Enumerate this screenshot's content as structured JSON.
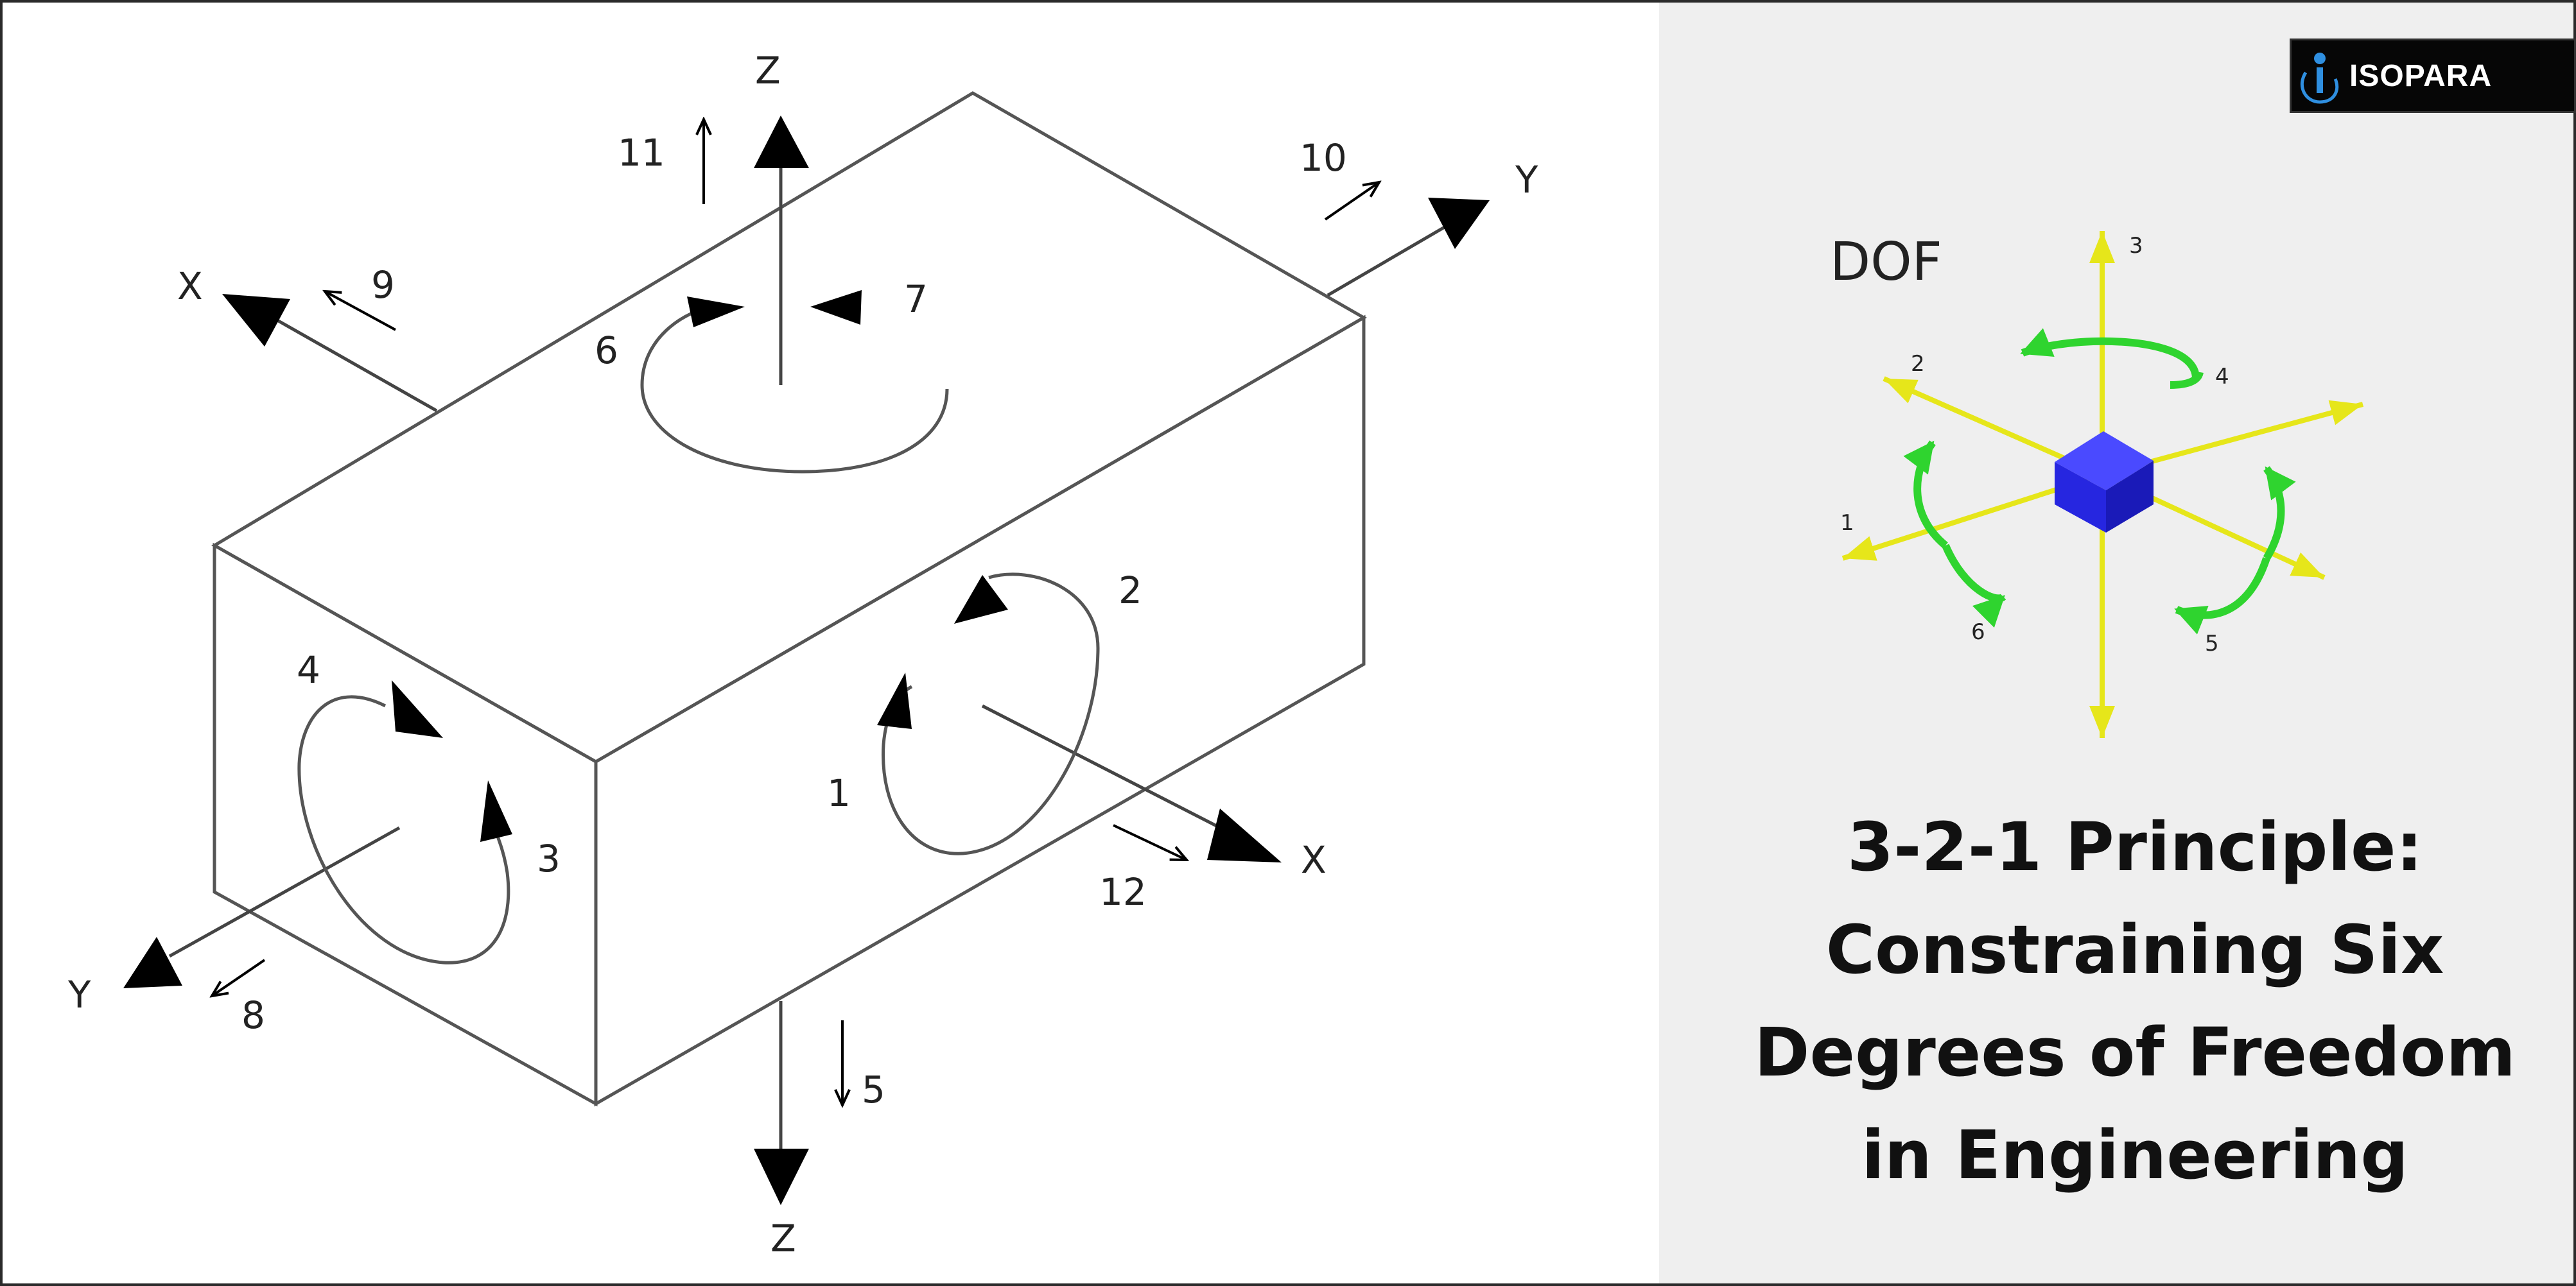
{
  "logo": {
    "text": "ISOPARA"
  },
  "title_lines": [
    "3-2-1 Principle:",
    "Constraining Six",
    "Degrees of Freedom",
    "in Engineering"
  ],
  "block_diagram": {
    "axis_labels": {
      "z_top": "Z",
      "z_bottom": "Z",
      "y_right": "Y",
      "y_left": "Y",
      "x_left": "X",
      "x_right": "X"
    },
    "numbers": [
      "1",
      "2",
      "3",
      "4",
      "5",
      "6",
      "7",
      "8",
      "9",
      "10",
      "11",
      "12"
    ]
  },
  "dof_diagram": {
    "heading": "DOF",
    "numbers": [
      "1",
      "2",
      "3",
      "4",
      "5",
      "6"
    ],
    "colors": {
      "axis": "#e6e61a",
      "rotation": "#2fd42f",
      "cube": "#2626e0"
    }
  }
}
